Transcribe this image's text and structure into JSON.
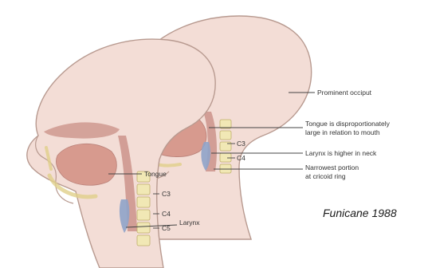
{
  "labels": {
    "prominent_occiput": "Prominent occiput",
    "tongue_disproportionate_line1": "Tongue is disproportionately",
    "tongue_disproportionate_line2": "large in relation to mouth",
    "larynx_higher": "Larynx is higher in neck",
    "narrowest_line1": "Narrowest portion",
    "narrowest_line2": "at cricoid ring",
    "infant_c3": "C3",
    "infant_c4": "C4",
    "tongue": "Tongue",
    "adult_c3": "C3",
    "adult_c4": "C4",
    "adult_c5": "C5",
    "larynx": "Larynx"
  },
  "citation": "Funicane 1988",
  "colors": {
    "skin": "#f3ddd6",
    "skin_shade": "#e8c3b8",
    "outline": "#b89a90",
    "cavity": "#c98f86",
    "tongue": "#d79a8e",
    "bone": "#f1e8b5",
    "larynx": "#8fa3c9"
  }
}
